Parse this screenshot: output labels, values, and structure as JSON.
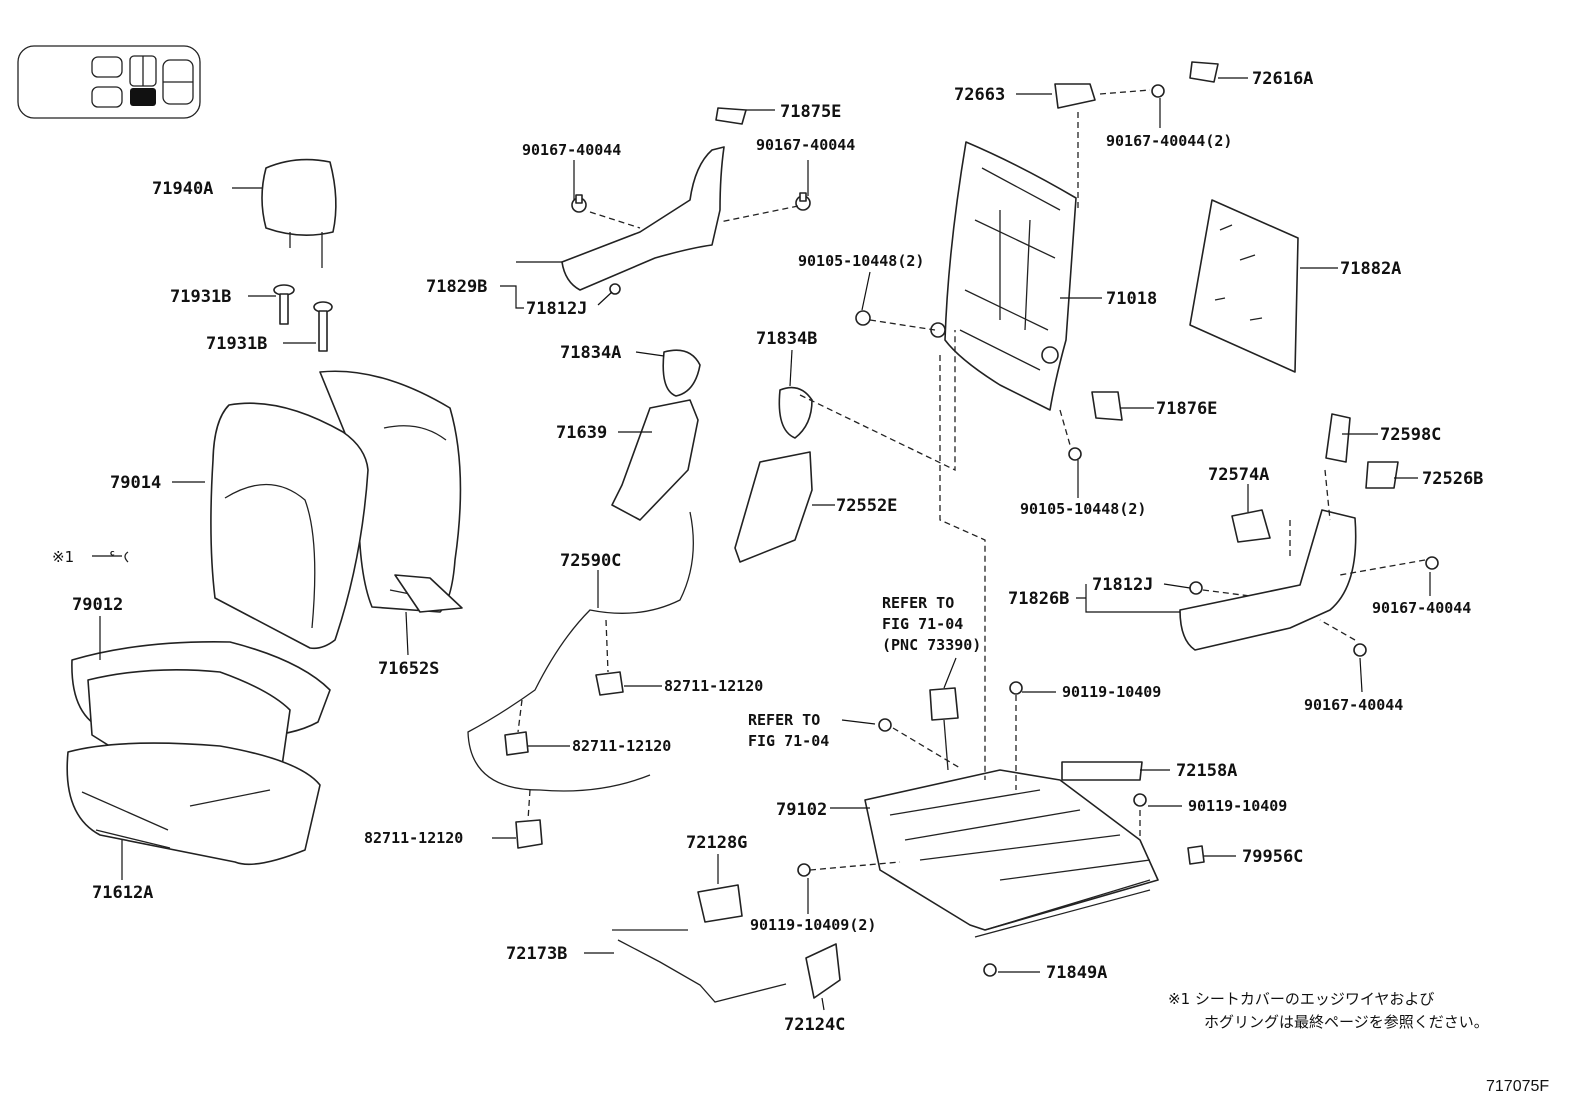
{
  "labels": {
    "p71940A": "71940A",
    "p71931B_a": "71931B",
    "p71931B_b": "71931B",
    "p79014": "79014",
    "p_note_mark": "※1",
    "p79012": "79012",
    "p71652S": "71652S",
    "p71612A": "71612A",
    "p71875E": "71875E",
    "p90167_a": "90167-40044",
    "p90167_b": "90167-40044",
    "p71829B": "71829B",
    "p71812J_a": "71812J",
    "p71834A": "71834A",
    "p71639": "71639",
    "p71834B": "71834B",
    "p72552E": "72552E",
    "p72590C": "72590C",
    "p82711_a": "82711-12120",
    "p82711_b": "82711-12120",
    "p82711_c": "82711-12120",
    "p72128G": "72128G",
    "p72173B": "72173B",
    "p72124C": "72124C",
    "p72663": "72663",
    "p72616A": "72616A",
    "p90167_2": "90167-40044(2)",
    "p90105_a": "90105-10448(2)",
    "p71018": "71018",
    "p71882A": "71882A",
    "p71876E": "71876E",
    "p90105_b": "90105-10448(2)",
    "p72598C": "72598C",
    "p72574A": "72574A",
    "p72526B": "72526B",
    "p71812J_b": "71812J",
    "p71826B": "71826B",
    "p90167_c": "90167-40044",
    "p90167_d": "90167-40044",
    "p90119_a": "90119-10409",
    "p72158A": "72158A",
    "p79102": "79102",
    "p90119_b": "90119-10409",
    "p79956C": "79956C",
    "p90119_c": "90119-10409(2)",
    "p71849A": "71849A",
    "figure_id": "717075F"
  },
  "refer": {
    "a_line1": "REFER TO",
    "a_line2": "FIG 71-04",
    "a_line3": "(PNC 73390)",
    "b_line1": "REFER TO",
    "b_line2": "FIG 71-04"
  },
  "note": {
    "line1": "※1  シートカバーのエッジワイヤおよび",
    "line2": "ホグリングは最終ページを参照ください。"
  }
}
